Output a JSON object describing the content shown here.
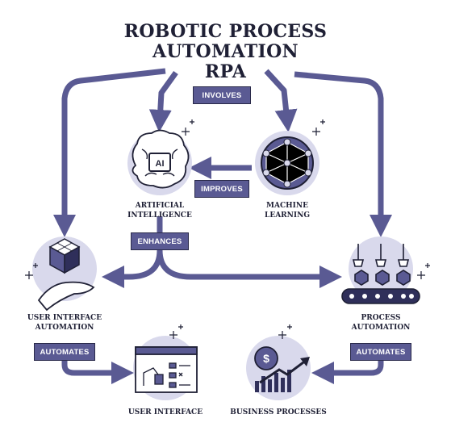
{
  "title": {
    "line1": "ROBOTIC PROCESS",
    "line2": "AUTOMATION",
    "line3": "RPA"
  },
  "tags": {
    "involves": "INVOLVES",
    "improves": "IMPROVES",
    "enhances": "ENHANCES",
    "automates_left": "AUTOMATES",
    "automates_right": "AUTOMATES"
  },
  "nodes": {
    "ai": {
      "line1": "ARTIFICIAL",
      "line2": "INTELLIGENCE",
      "chip_text": "AI"
    },
    "ml": {
      "line1": "MACHINE",
      "line2": "LEARNING"
    },
    "uia": {
      "line1": "USER INTERFACE",
      "line2": "AUTOMATION"
    },
    "pa": {
      "line1": "PROCESS",
      "line2": "AUTOMATION"
    },
    "ui": {
      "line1": "USER INTERFACE"
    },
    "bp": {
      "line1": "BUSINESS PROCESSES"
    }
  },
  "colors": {
    "accent": "#5a5a93",
    "circle": "#d9d9ec",
    "ink": "#1f2035"
  }
}
